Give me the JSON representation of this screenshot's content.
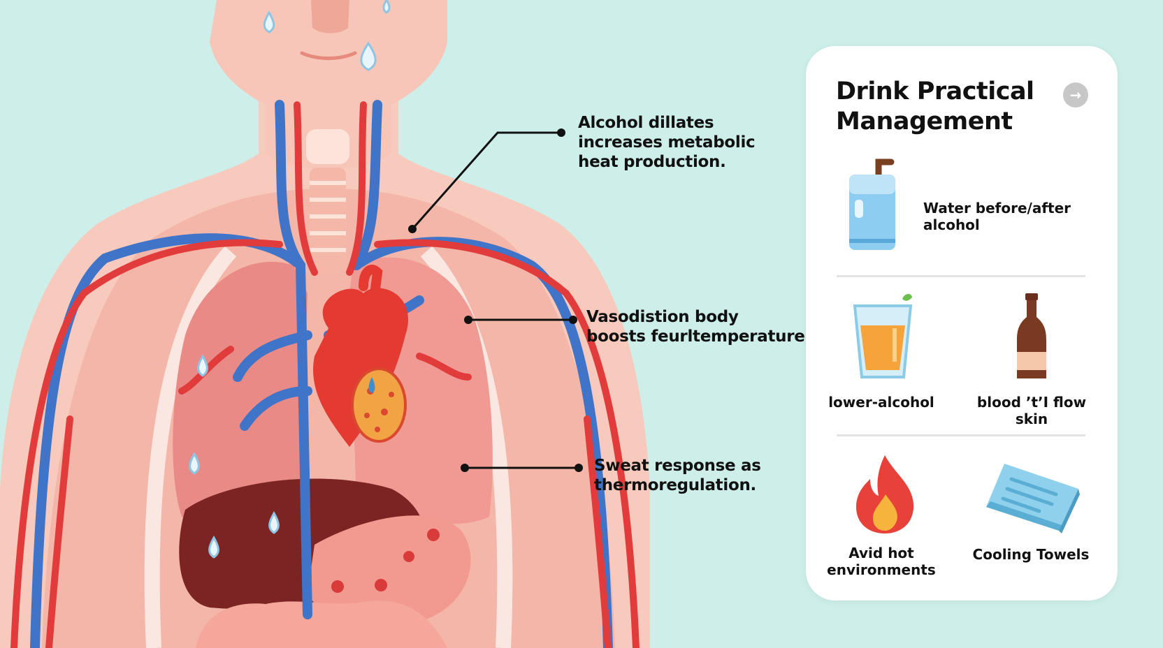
{
  "callouts": {
    "alcohol": [
      "Alcohol dillates",
      "increases metabolic",
      "heat production."
    ],
    "vasodilation": [
      "Vasodistion body",
      "boosts feurltemperature"
    ],
    "sweat": [
      "Sweat response as",
      "thermoregulation."
    ]
  },
  "card": {
    "title": [
      "Drink Practical",
      "Management"
    ],
    "badge": "→",
    "items": {
      "water": [
        "Water before/after",
        "alcohol"
      ],
      "lower_alcohol": [
        "lower-alcohol"
      ],
      "blood_flow": [
        "blood ’tʼI flow",
        "skin"
      ],
      "avoid_hot": [
        "Avid hot",
        "environments"
      ],
      "cooling": [
        "Cooling Towels"
      ]
    }
  },
  "colors": {
    "background": "#cdeee9",
    "artery": "#e23b3b",
    "vein": "#3f74c8",
    "lung": "#e98a86",
    "liver": "#7c2424",
    "skin": "#f6c2b3",
    "card": "#ffffff"
  },
  "icons": [
    "water-bottle-icon",
    "juice-glass-icon",
    "beer-bottle-icon",
    "flame-icon",
    "towel-icon",
    "sweat-drop-icon",
    "heart-icon"
  ]
}
